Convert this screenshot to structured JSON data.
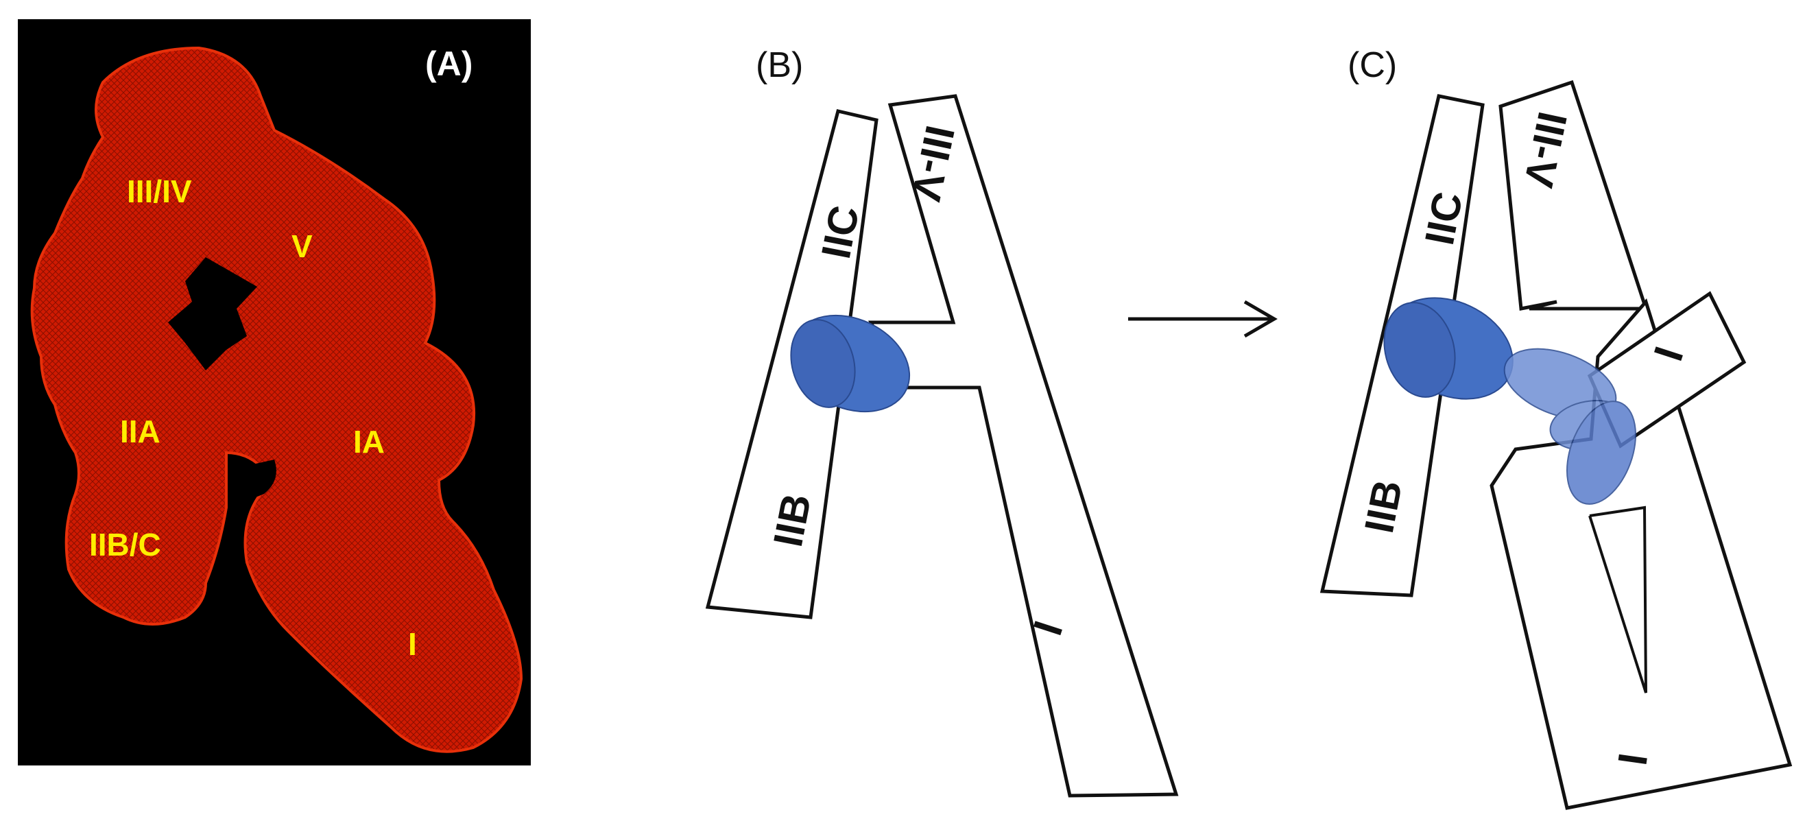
{
  "panel_a": {
    "letter": "(A)",
    "labels": {
      "iii_iv": "III/IV",
      "v": "V",
      "iia": "IIA",
      "ia": "IA",
      "iib_c": "IIB/C",
      "i": "I"
    },
    "colors": {
      "background": "#000000",
      "mesh": "#d81e05",
      "label": "#ffee00"
    }
  },
  "panel_b": {
    "letter": "(B)",
    "labels": {
      "iic": "IIC",
      "iib": "IIB",
      "iii_v": "III-V",
      "i": "I"
    }
  },
  "panel_c": {
    "letter": "(C)",
    "labels": {
      "iic": "IIC",
      "iib": "IIB",
      "iii_v": "III-V",
      "i": "I",
      "i_tail": "I"
    }
  },
  "colors": {
    "protein": "#4470c4",
    "protein_light": "#6f8fd4",
    "outline": "#111111"
  }
}
